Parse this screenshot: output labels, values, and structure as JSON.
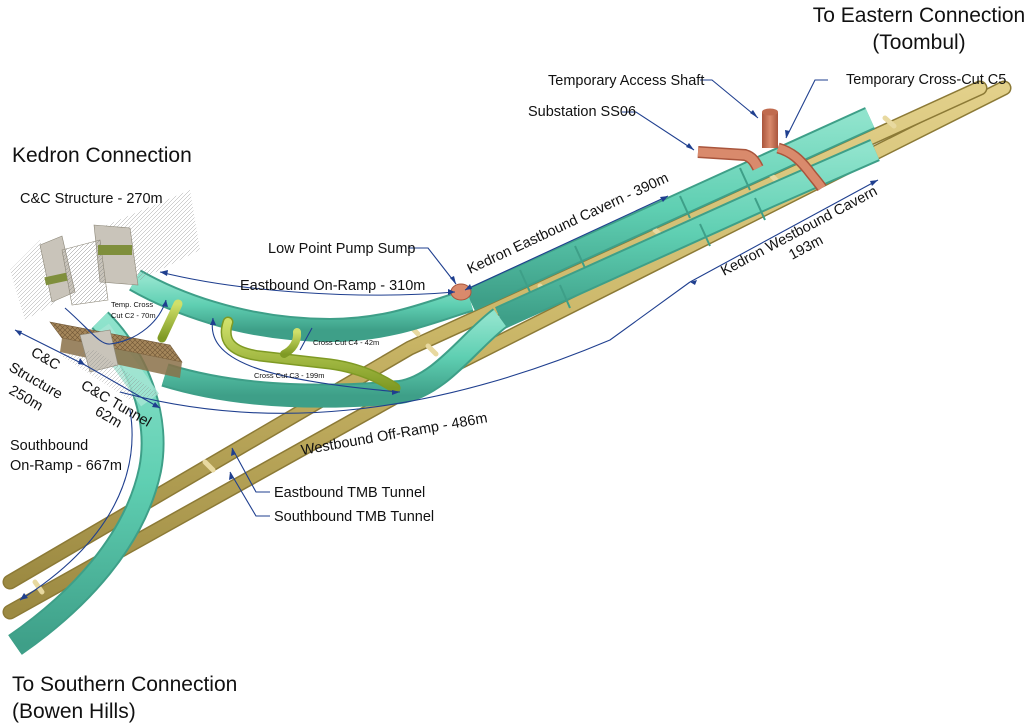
{
  "diagram": {
    "type": "3D tunnel layout schematic",
    "colors": {
      "ramp_tunnel": "#5fcfb2",
      "ramp_tunnel_shade": "#3e9f88",
      "tbm_tunnel": "#c9b566",
      "tbm_tunnel_shade": "#9c8a42",
      "cross_cut": "#a8c23c",
      "services": "#c9785c",
      "structure": "#c9c4ba",
      "structure_band": "#7f8f3c",
      "dimension_line": "#1f3f8f"
    },
    "headings": {
      "kedron": "Kedron Connection",
      "eastern_line1": "To Eastern Connection",
      "eastern_line2": "(Toombul)",
      "southern_line1": "To Southern Connection",
      "southern_line2": "(Bowen Hills)"
    },
    "labels": {
      "cc_structure_270": "C&C Structure - 270m",
      "eastbound_on_ramp": "Eastbound On-Ramp - 310m",
      "low_point_pump_sump": "Low Point Pump Sump",
      "kedron_eastbound_cavern": "Kedron Eastbound Cavern - 390m",
      "kedron_westbound_cavern_line1": "Kedron Westbound Cavern",
      "kedron_westbound_cavern_line2": "193m",
      "temporary_access_shaft": "Temporary Access Shaft",
      "temporary_cross_cut_c5": "Temporary Cross-Cut C5",
      "substation_ss06": "Substation SS06",
      "temp_cross_cut_c2_line1": "Temp. Cross",
      "temp_cross_cut_c2_line2": "Cut C2 - 70m",
      "cross_cut_c4": "Cross Cut C4 - 42m",
      "cross_cut_c3": "Cross Cut C3 - 199m",
      "cc_structure_250_line1": "C&C",
      "cc_structure_250_line2": "Structure",
      "cc_structure_250_line3": "250m",
      "cc_tunnel_line1": "C&C Tunnel",
      "cc_tunnel_line2": "62m",
      "southbound_on_ramp_line1": "Southbound",
      "southbound_on_ramp_line2": "On-Ramp - 667m",
      "westbound_off_ramp": "Westbound Off-Ramp - 486m",
      "eastbound_tmb_tunnel": "Eastbound TMB Tunnel",
      "southbound_tmb_tunnel": "Southbound TMB Tunnel"
    }
  }
}
